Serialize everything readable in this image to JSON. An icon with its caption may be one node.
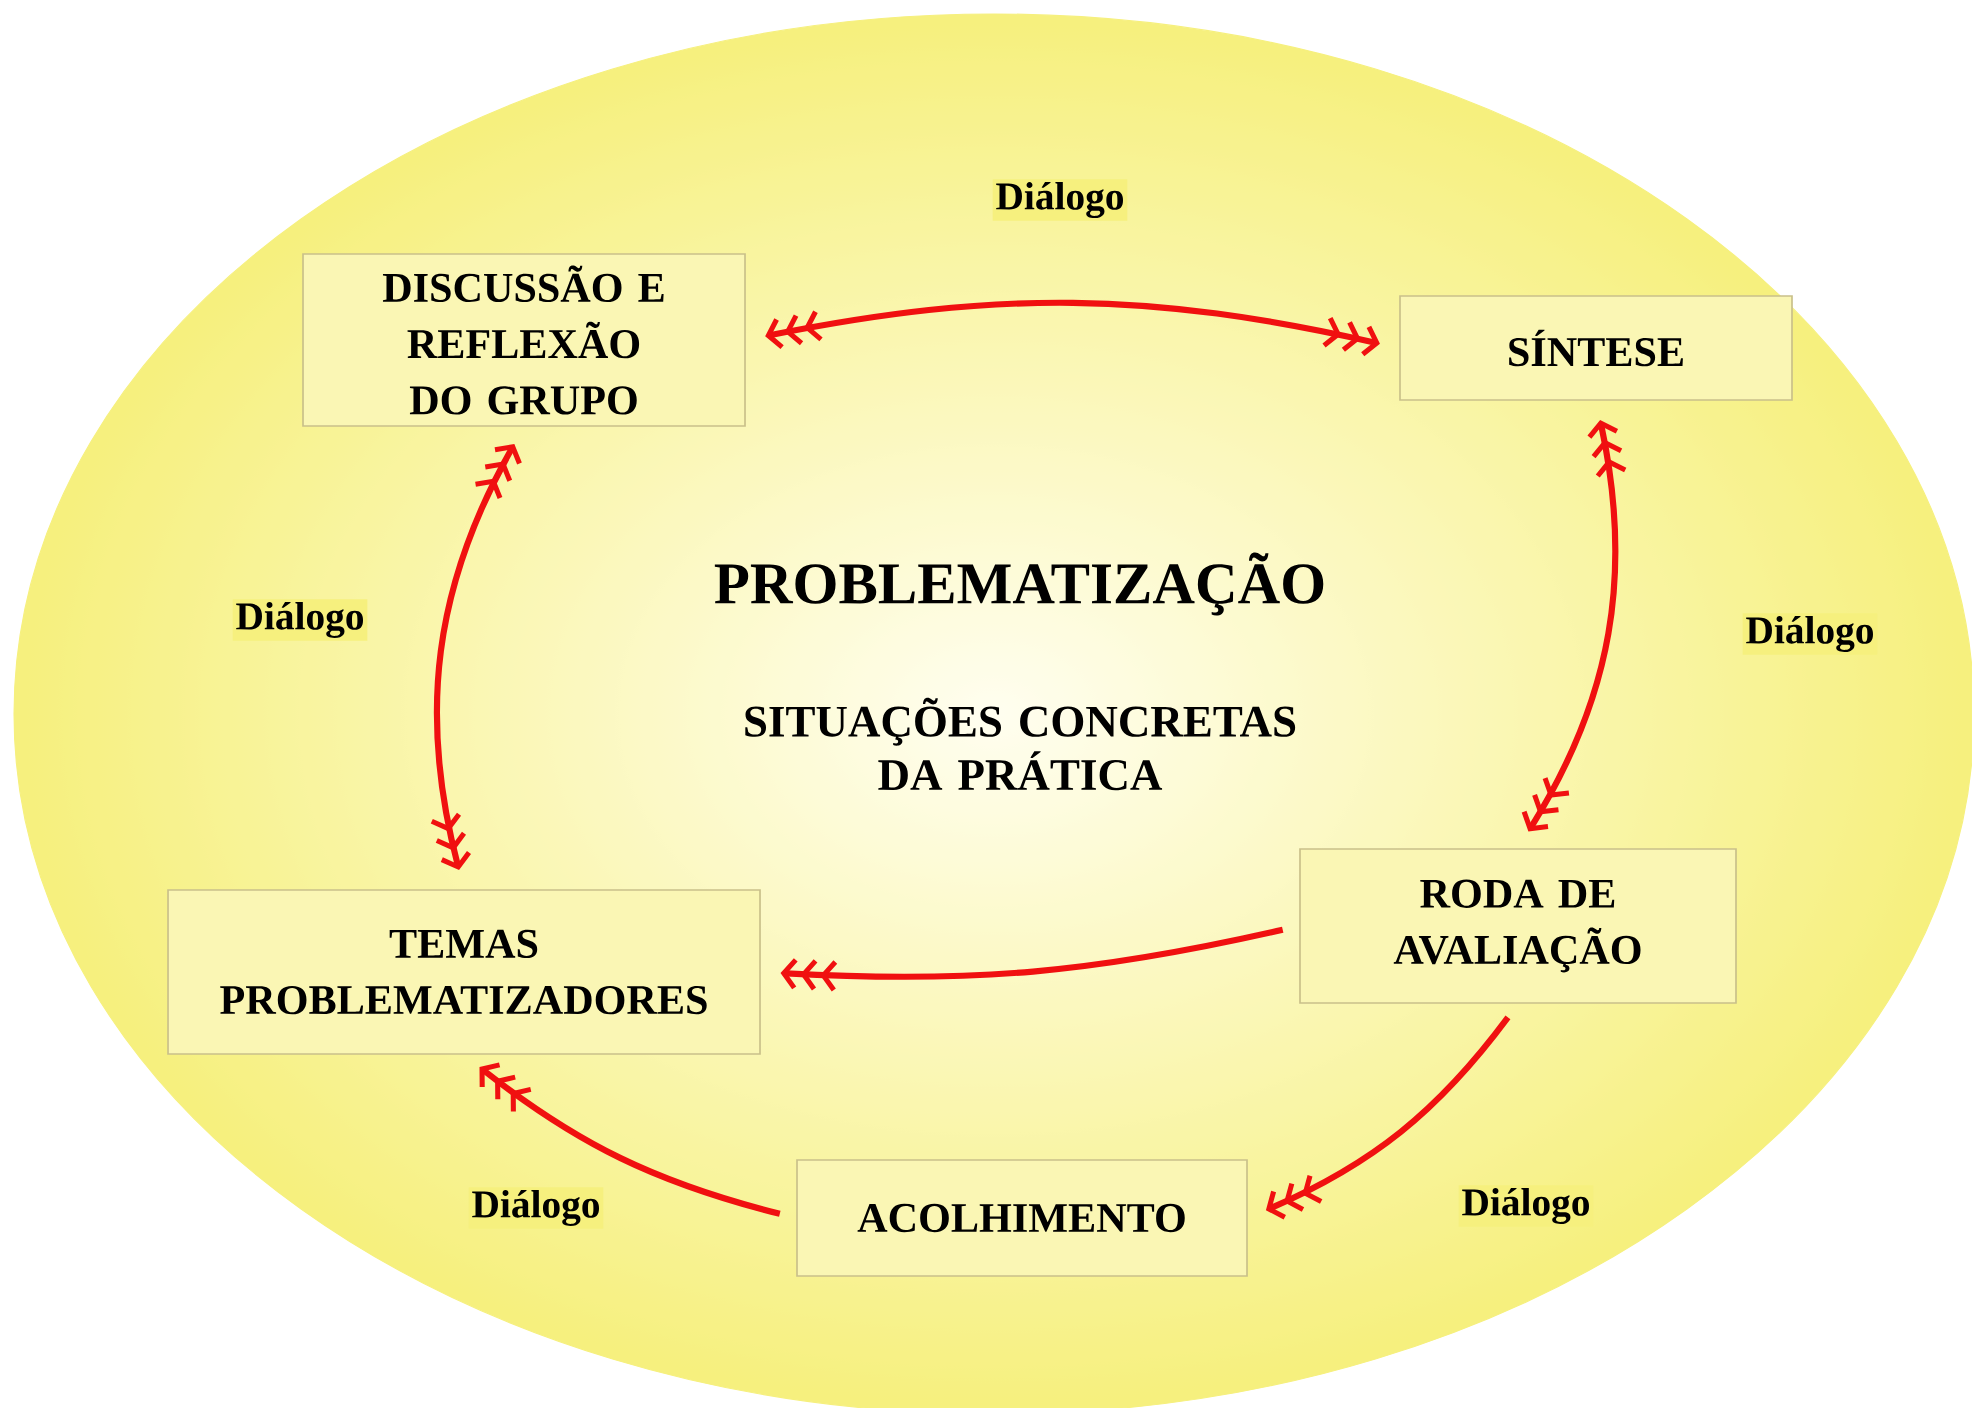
{
  "diagram": {
    "nodes": [
      {
        "text": [
          "PROBLEMATIZAÇÃO",
          "SITUAÇÕES CONCRETAS DA PRÁTICA"
        ]
      },
      {
        "text": [
          "DISCUSSÃO E REFLEXÃO DO GRUPO"
        ],
        "in": 0
      },
      {
        "text": [
          "SÍNTESE"
        ],
        "in": 0
      },
      {
        "text": [
          "RODA DE AVALIAÇÃO"
        ],
        "in": 0
      },
      {
        "text": [
          "TEMAS PROBLEMATIZADORES"
        ],
        "in": 0
      },
      {
        "text": [
          "ACOLHIMENTO"
        ],
        "in": 0
      }
    ],
    "edges": [
      {
        "from": 1,
        "to": 2,
        "arrow": "both",
        "label": "Diálogo"
      },
      {
        "from": 2,
        "to": 3,
        "arrow": "both",
        "label": "Diálogo"
      },
      {
        "from": 3,
        "to": 4,
        "arrow": "to"
      },
      {
        "from": 3,
        "to": 5,
        "arrow": "to",
        "label": "Diálogo"
      },
      {
        "from": 5,
        "to": 4,
        "arrow": "to",
        "label": "Diálogo"
      },
      {
        "from": 4,
        "to": 1,
        "arrow": "both",
        "label": "Diálogo"
      }
    ]
  }
}
